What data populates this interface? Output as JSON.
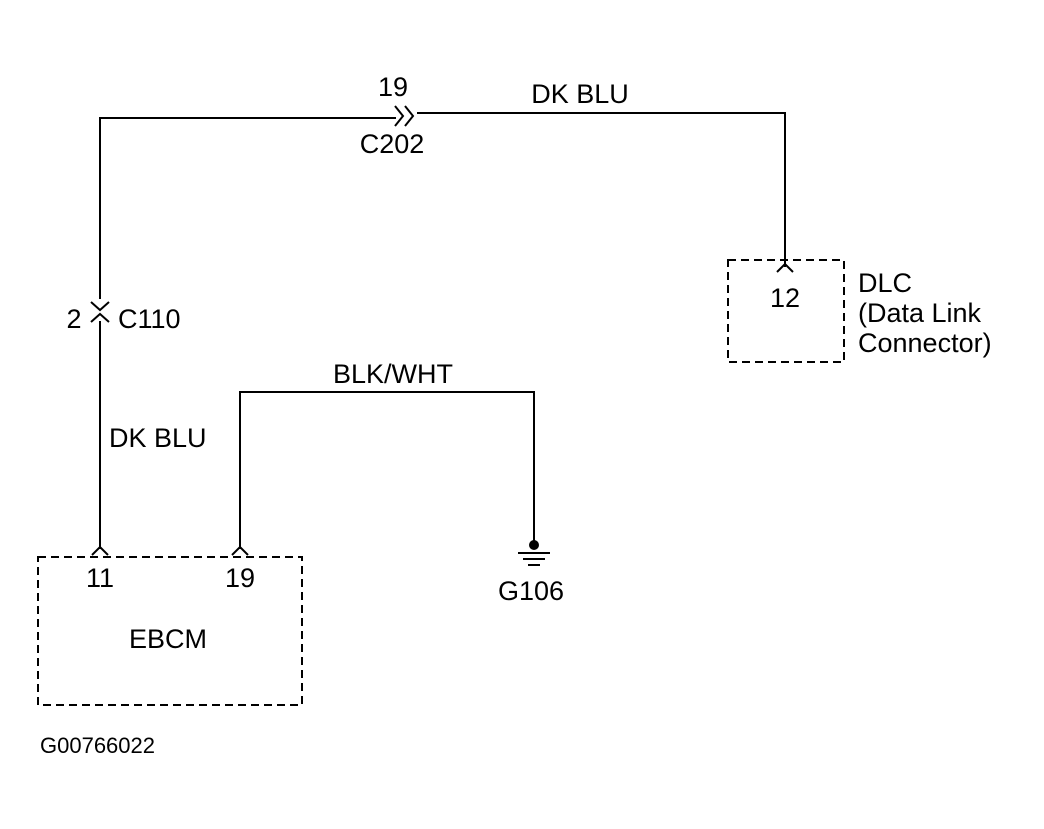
{
  "wires": {
    "dk_blu_top": "DK BLU",
    "dk_blu_left": "DK BLU",
    "blk_wht": "BLK/WHT"
  },
  "connectors": {
    "c202": {
      "name": "C202",
      "pin": "19"
    },
    "c110": {
      "name": "C110",
      "pin": "2"
    }
  },
  "dlc": {
    "title": "DLC",
    "desc_line1": "(Data Link",
    "desc_line2": "Connector)",
    "pin": "12"
  },
  "ebcm": {
    "name": "EBCM",
    "pin_a": "11",
    "pin_b": "19"
  },
  "ground": {
    "name": "G106"
  },
  "figure_id": "G00766022"
}
